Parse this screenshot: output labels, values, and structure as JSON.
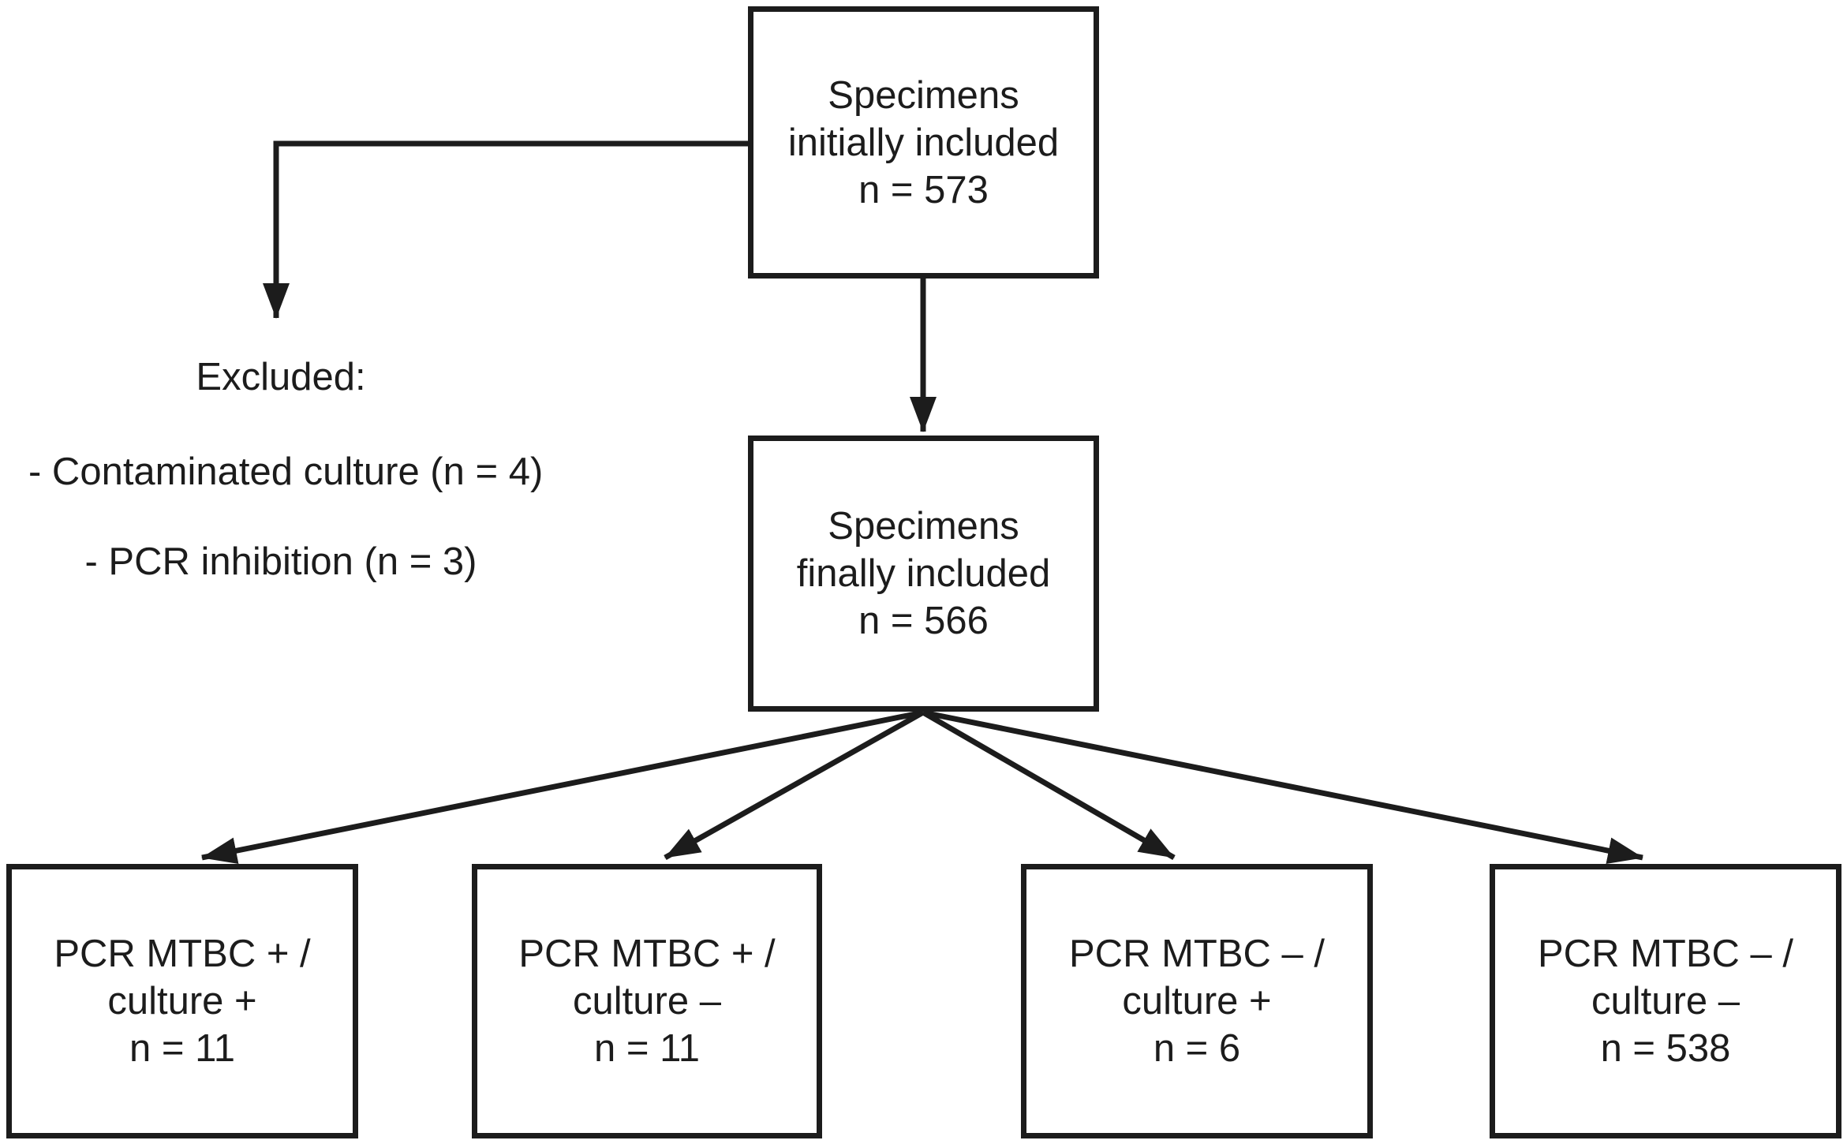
{
  "figure": {
    "ink": "#1c1c1c",
    "background": "#ffffff"
  },
  "boxes": {
    "initial": {
      "lines": [
        "Specimens",
        "initially included",
        "n = 573"
      ]
    },
    "final": {
      "lines": [
        "Specimens",
        "finally included",
        "n = 566"
      ]
    },
    "excluded": {
      "lines": [
        "Excluded:",
        "- Contaminated culture (n = 4)",
        "- PCR inhibition (n = 3)"
      ]
    },
    "outcomes": [
      {
        "lines": [
          "PCR MTBC + /",
          "culture +",
          "n = 11"
        ]
      },
      {
        "lines": [
          "PCR MTBC + /",
          "culture –",
          "n = 11"
        ]
      },
      {
        "lines": [
          "PCR MTBC – /",
          "culture +",
          "n = 6"
        ]
      },
      {
        "lines": [
          "PCR MTBC – /",
          "culture –",
          "n = 538"
        ]
      }
    ]
  }
}
